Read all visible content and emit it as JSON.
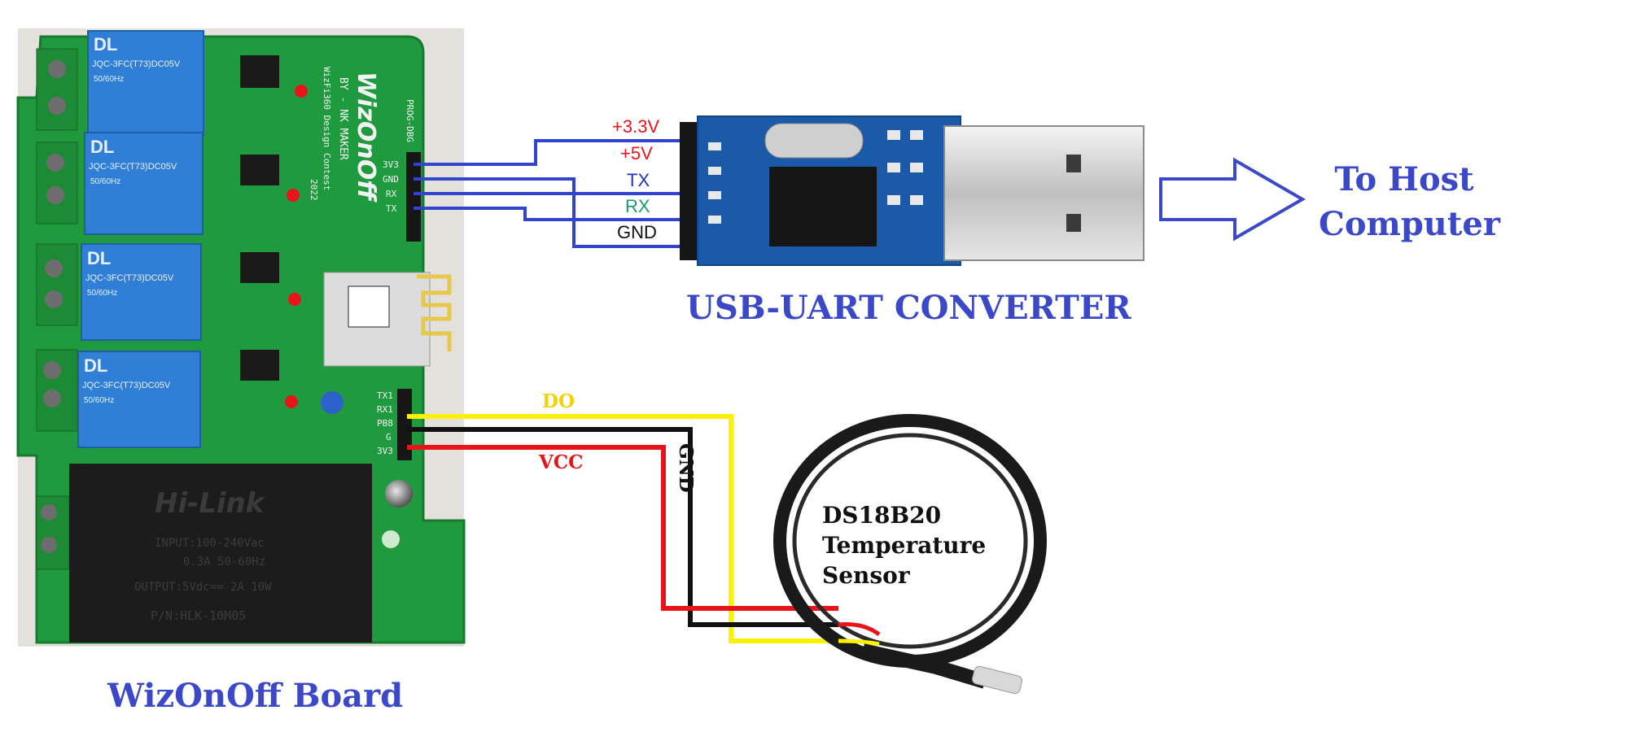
{
  "colors": {
    "title_blue": "#3b49c8",
    "wire_blue": "#3344cc",
    "wire_red": "#e8141a",
    "wire_black": "#111111",
    "wire_yellow": "#fff200",
    "pcb_green": "#1f9a3e",
    "relay_blue": "#2f7fd6",
    "converter_blue": "#1b5aa8"
  },
  "labels": {
    "board_title": "WizOnOff Board",
    "converter_title": "USB-UART CONVERTER",
    "host_line1": "To Host",
    "host_line2": "Computer",
    "sensor_line1": "DS18B20",
    "sensor_line2": "Temperature",
    "sensor_line3": "Sensor"
  },
  "uart_pins": [
    {
      "label": "+3.3V",
      "color": "#e8141a"
    },
    {
      "label": "+5V",
      "color": "#e8141a"
    },
    {
      "label": "TX",
      "color": "#2233bb"
    },
    {
      "label": "RX",
      "color": "#1a9a6a"
    },
    {
      "label": "GND",
      "color": "#111111"
    }
  ],
  "sensor_wires": {
    "data": "DO",
    "power": "VCC",
    "ground": "GND"
  },
  "board_header_pins": [
    "3V3",
    "GND",
    "RX",
    "TX"
  ],
  "board_io_pins": [
    "TX1",
    "RX1",
    "PB8",
    "G",
    "3V3"
  ],
  "board_silkscreen": {
    "brand": "WizOnOff",
    "maker": "BY - NK MAKER",
    "contest": "WizFi360 Design Contest",
    "year": "2022",
    "prog": "PROG-DBG"
  },
  "relays": [
    {
      "brand": "DL",
      "model": "JQC-3FC(T73)DC05V",
      "freq": "50/60Hz"
    },
    {
      "brand": "DL",
      "model": "JQC-3FC(T73)DC05V",
      "freq": "50/60Hz"
    },
    {
      "brand": "DL",
      "model": "JQC-3FC(T73)DC05V",
      "freq": "50/60Hz"
    },
    {
      "brand": "DL",
      "model": "JQC-3FC(T73)DC05V",
      "freq": "50/60Hz"
    }
  ],
  "power_module": {
    "brand": "Hi-Link",
    "input": "INPUT:100-240Vac",
    "current": "0.3A 50-60Hz",
    "output": "OUTPUT:5Vdc== 2A 10W",
    "part": "P/N:HLK-10M05"
  }
}
